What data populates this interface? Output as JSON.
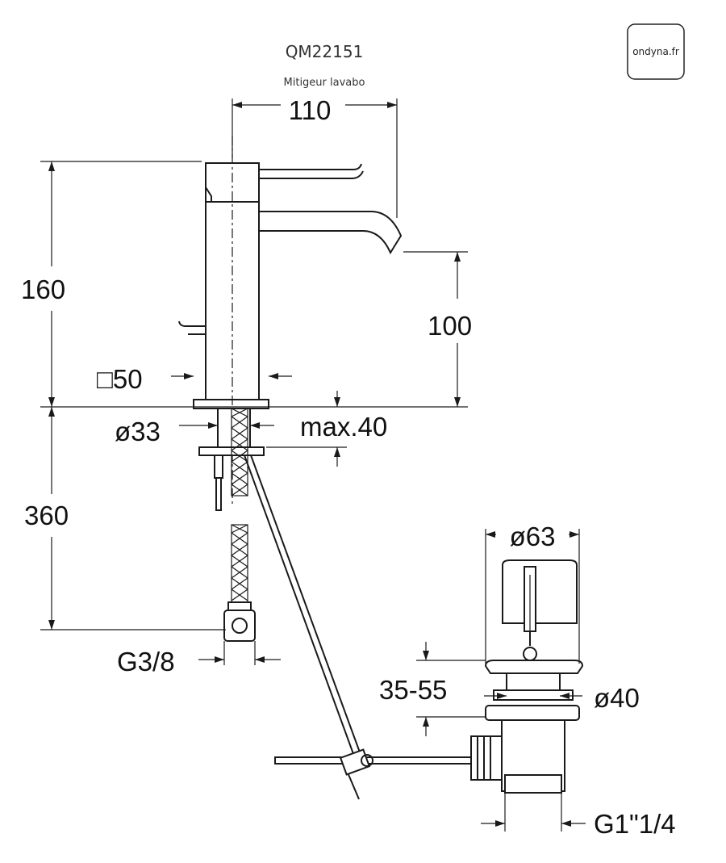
{
  "header": {
    "model": "QM22151",
    "description": "Mitigeur lavabo"
  },
  "brand": {
    "logo_text": "ondyna.fr"
  },
  "dimensions": {
    "spout_reach": "110",
    "total_height": "160",
    "spout_height": "100",
    "base_square": "□50",
    "shank_diameter": "ø33",
    "max_thickness": "max.40",
    "hose_length": "360",
    "hose_thread": "G3/8",
    "plug_diameter": "ø63",
    "adjust_range": "35-55",
    "waste_diameter": "ø40",
    "waste_thread": "G1\"1/4"
  }
}
